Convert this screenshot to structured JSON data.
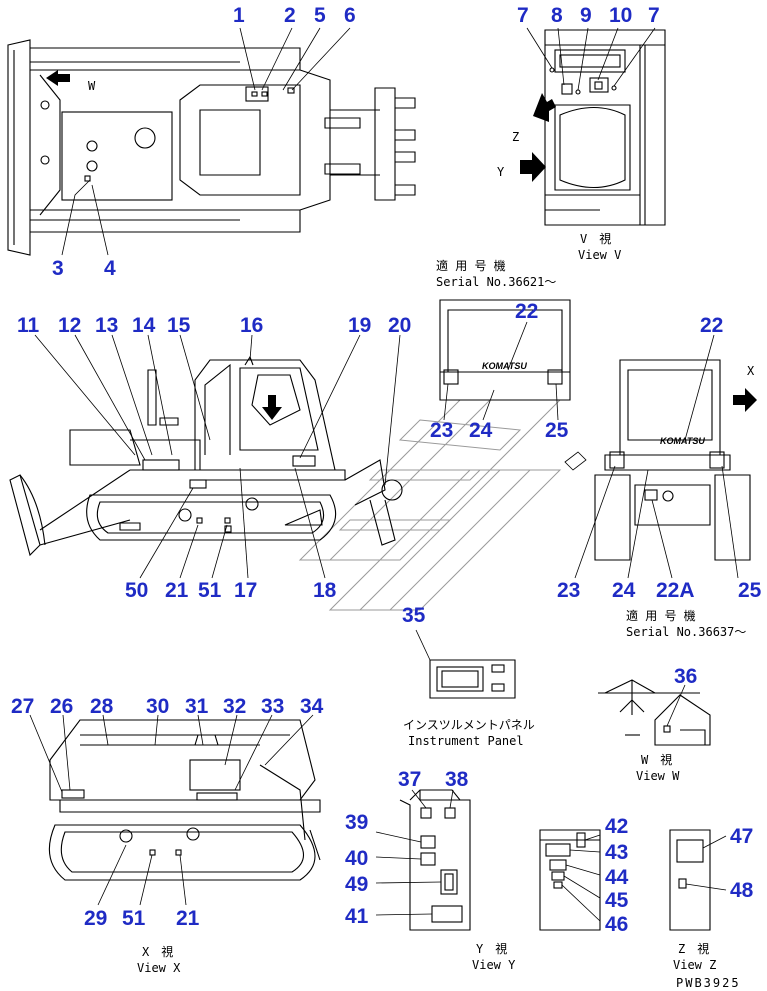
{
  "diagram": {
    "callouts": {
      "n1": "1",
      "n2": "2",
      "n3": "3",
      "n4": "4",
      "n5": "5",
      "n6": "6",
      "n7": "7",
      "n8": "8",
      "n9": "9",
      "n10": "10",
      "n11": "11",
      "n12": "12",
      "n13": "13",
      "n14": "14",
      "n15": "15",
      "n16": "16",
      "n17": "17",
      "n18": "18",
      "n19": "19",
      "n20": "20",
      "n21": "21",
      "n22": "22",
      "n22a": "22A",
      "n23": "23",
      "n24": "24",
      "n25": "25",
      "n26": "26",
      "n27": "27",
      "n28": "28",
      "n29": "29",
      "n30": "30",
      "n31": "31",
      "n32": "32",
      "n33": "33",
      "n34": "34",
      "n35": "35",
      "n36": "36",
      "n37": "37",
      "n38": "38",
      "n39": "39",
      "n40": "40",
      "n41": "41",
      "n42": "42",
      "n43": "43",
      "n44": "44",
      "n45": "45",
      "n46": "46",
      "n47": "47",
      "n48": "48",
      "n49": "49",
      "n50": "50",
      "n51": "51"
    },
    "view_letters": {
      "w": "W",
      "x": "X",
      "y": "Y",
      "z": "Z"
    },
    "captions": {
      "view_v_jp": "V　視",
      "view_v_en": "View V",
      "serial_1_jp": "適 用 号 機",
      "serial_1_en": "Serial No.36621～",
      "serial_2_jp": "適 用 号 機",
      "serial_2_en": "Serial No.36637～",
      "panel_jp": "インスツルメントパネル",
      "panel_en": "Instrument Panel",
      "view_w_jp": "W　視",
      "view_w_en": "View W",
      "view_x_jp": "X　視",
      "view_x_en": "View X",
      "view_y_jp": "Y　視",
      "view_y_en": "View Y",
      "view_z_jp": "Z　視",
      "view_z_en": "View Z"
    },
    "brand_logo": "KOMATSU",
    "drawing_code": "PWB3925",
    "colors": {
      "callout": "#1f2bc4",
      "line": "#000000",
      "watermark": "#9a9a9a"
    }
  }
}
